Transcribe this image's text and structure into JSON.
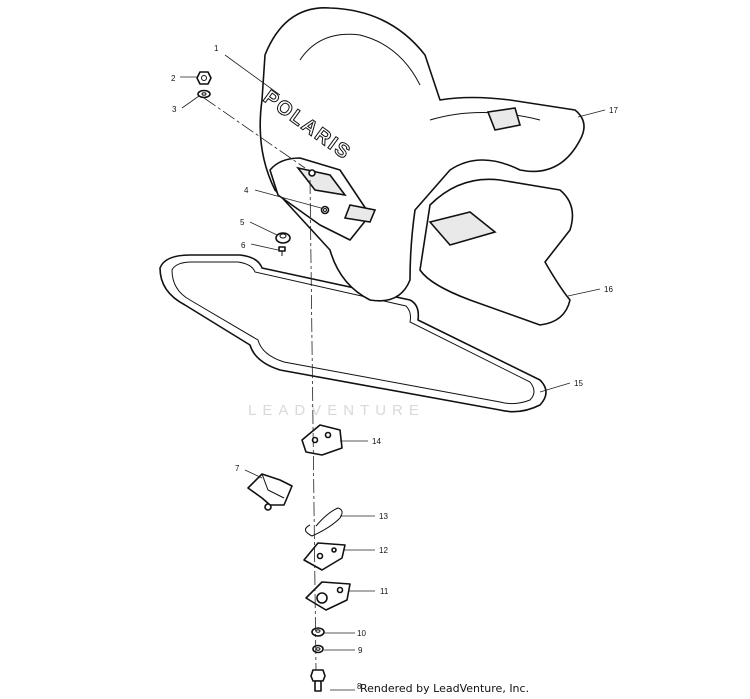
{
  "callouts": {
    "c1": "1",
    "c2": "2",
    "c3": "3",
    "c4": "4",
    "c5": "5",
    "c6": "6",
    "c7": "7",
    "c8": "8",
    "c9": "9",
    "c10": "10",
    "c11": "11",
    "c12": "12",
    "c13": "13",
    "c14": "14",
    "c15": "15",
    "c16": "16",
    "c17": "17"
  },
  "seat_logo": "POLARIS",
  "watermark": "LEADVENTURE",
  "credit": "Rendered by LeadVenture, Inc."
}
